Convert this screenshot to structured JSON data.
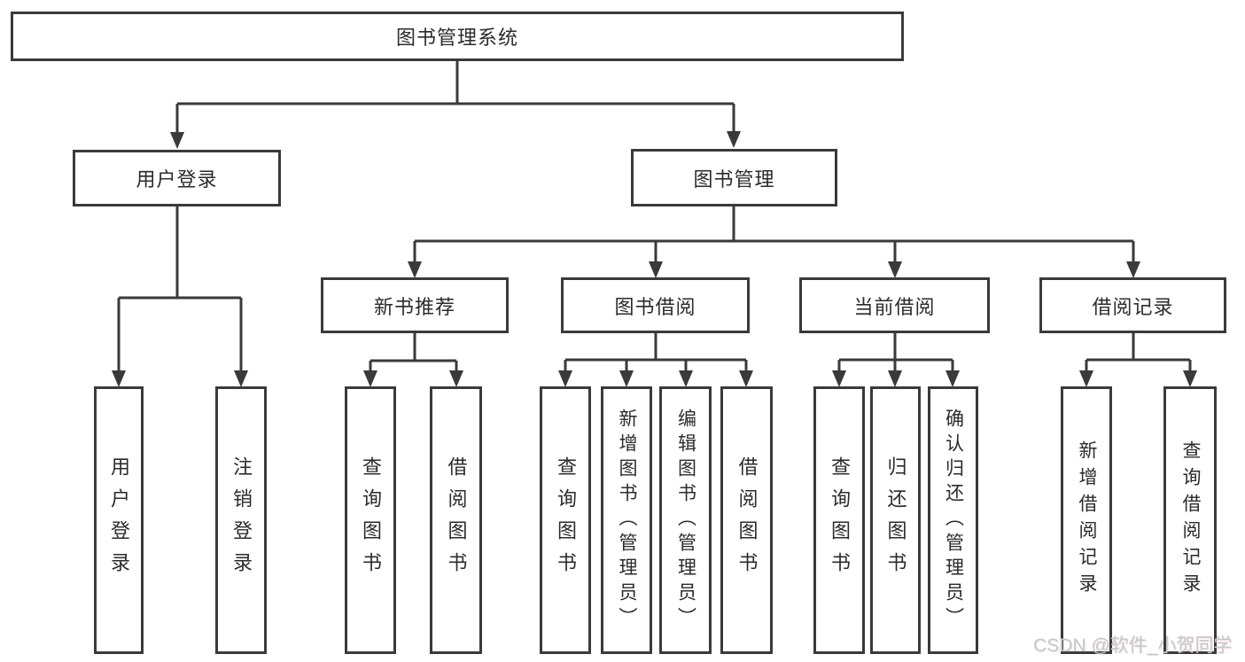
{
  "diagram": {
    "type": "hierarchy-tree",
    "tree": {
      "label": "图书管理系统",
      "children": [
        {
          "label": "用户登录",
          "children": [
            {
              "label": "用户登录"
            },
            {
              "label": "注销登录"
            }
          ]
        },
        {
          "label": "图书管理",
          "children": [
            {
              "label": "新书推荐",
              "children": [
                {
                  "label": "查询图书"
                },
                {
                  "label": "借阅图书"
                }
              ]
            },
            {
              "label": "图书借阅",
              "children": [
                {
                  "label": "查询图书"
                },
                {
                  "label": "新增图书（管理员）"
                },
                {
                  "label": "编辑图书（管理员）"
                },
                {
                  "label": "借阅图书"
                }
              ]
            },
            {
              "label": "当前借阅",
              "children": [
                {
                  "label": "查询图书"
                },
                {
                  "label": "归还图书"
                },
                {
                  "label": "确认归还（管理员）"
                }
              ]
            },
            {
              "label": "借阅记录",
              "children": [
                {
                  "label": "新增借阅记录"
                },
                {
                  "label": "查询借阅记录"
                }
              ]
            }
          ]
        }
      ]
    },
    "colors": {
      "line": "#3a3a3a",
      "box_border": "#3a3a3a",
      "text": "#2b2b2b",
      "background": "#ffffff",
      "watermark": "#c6c9cb"
    }
  },
  "watermark": {
    "text": "CSDN @软件_小贺同学"
  }
}
